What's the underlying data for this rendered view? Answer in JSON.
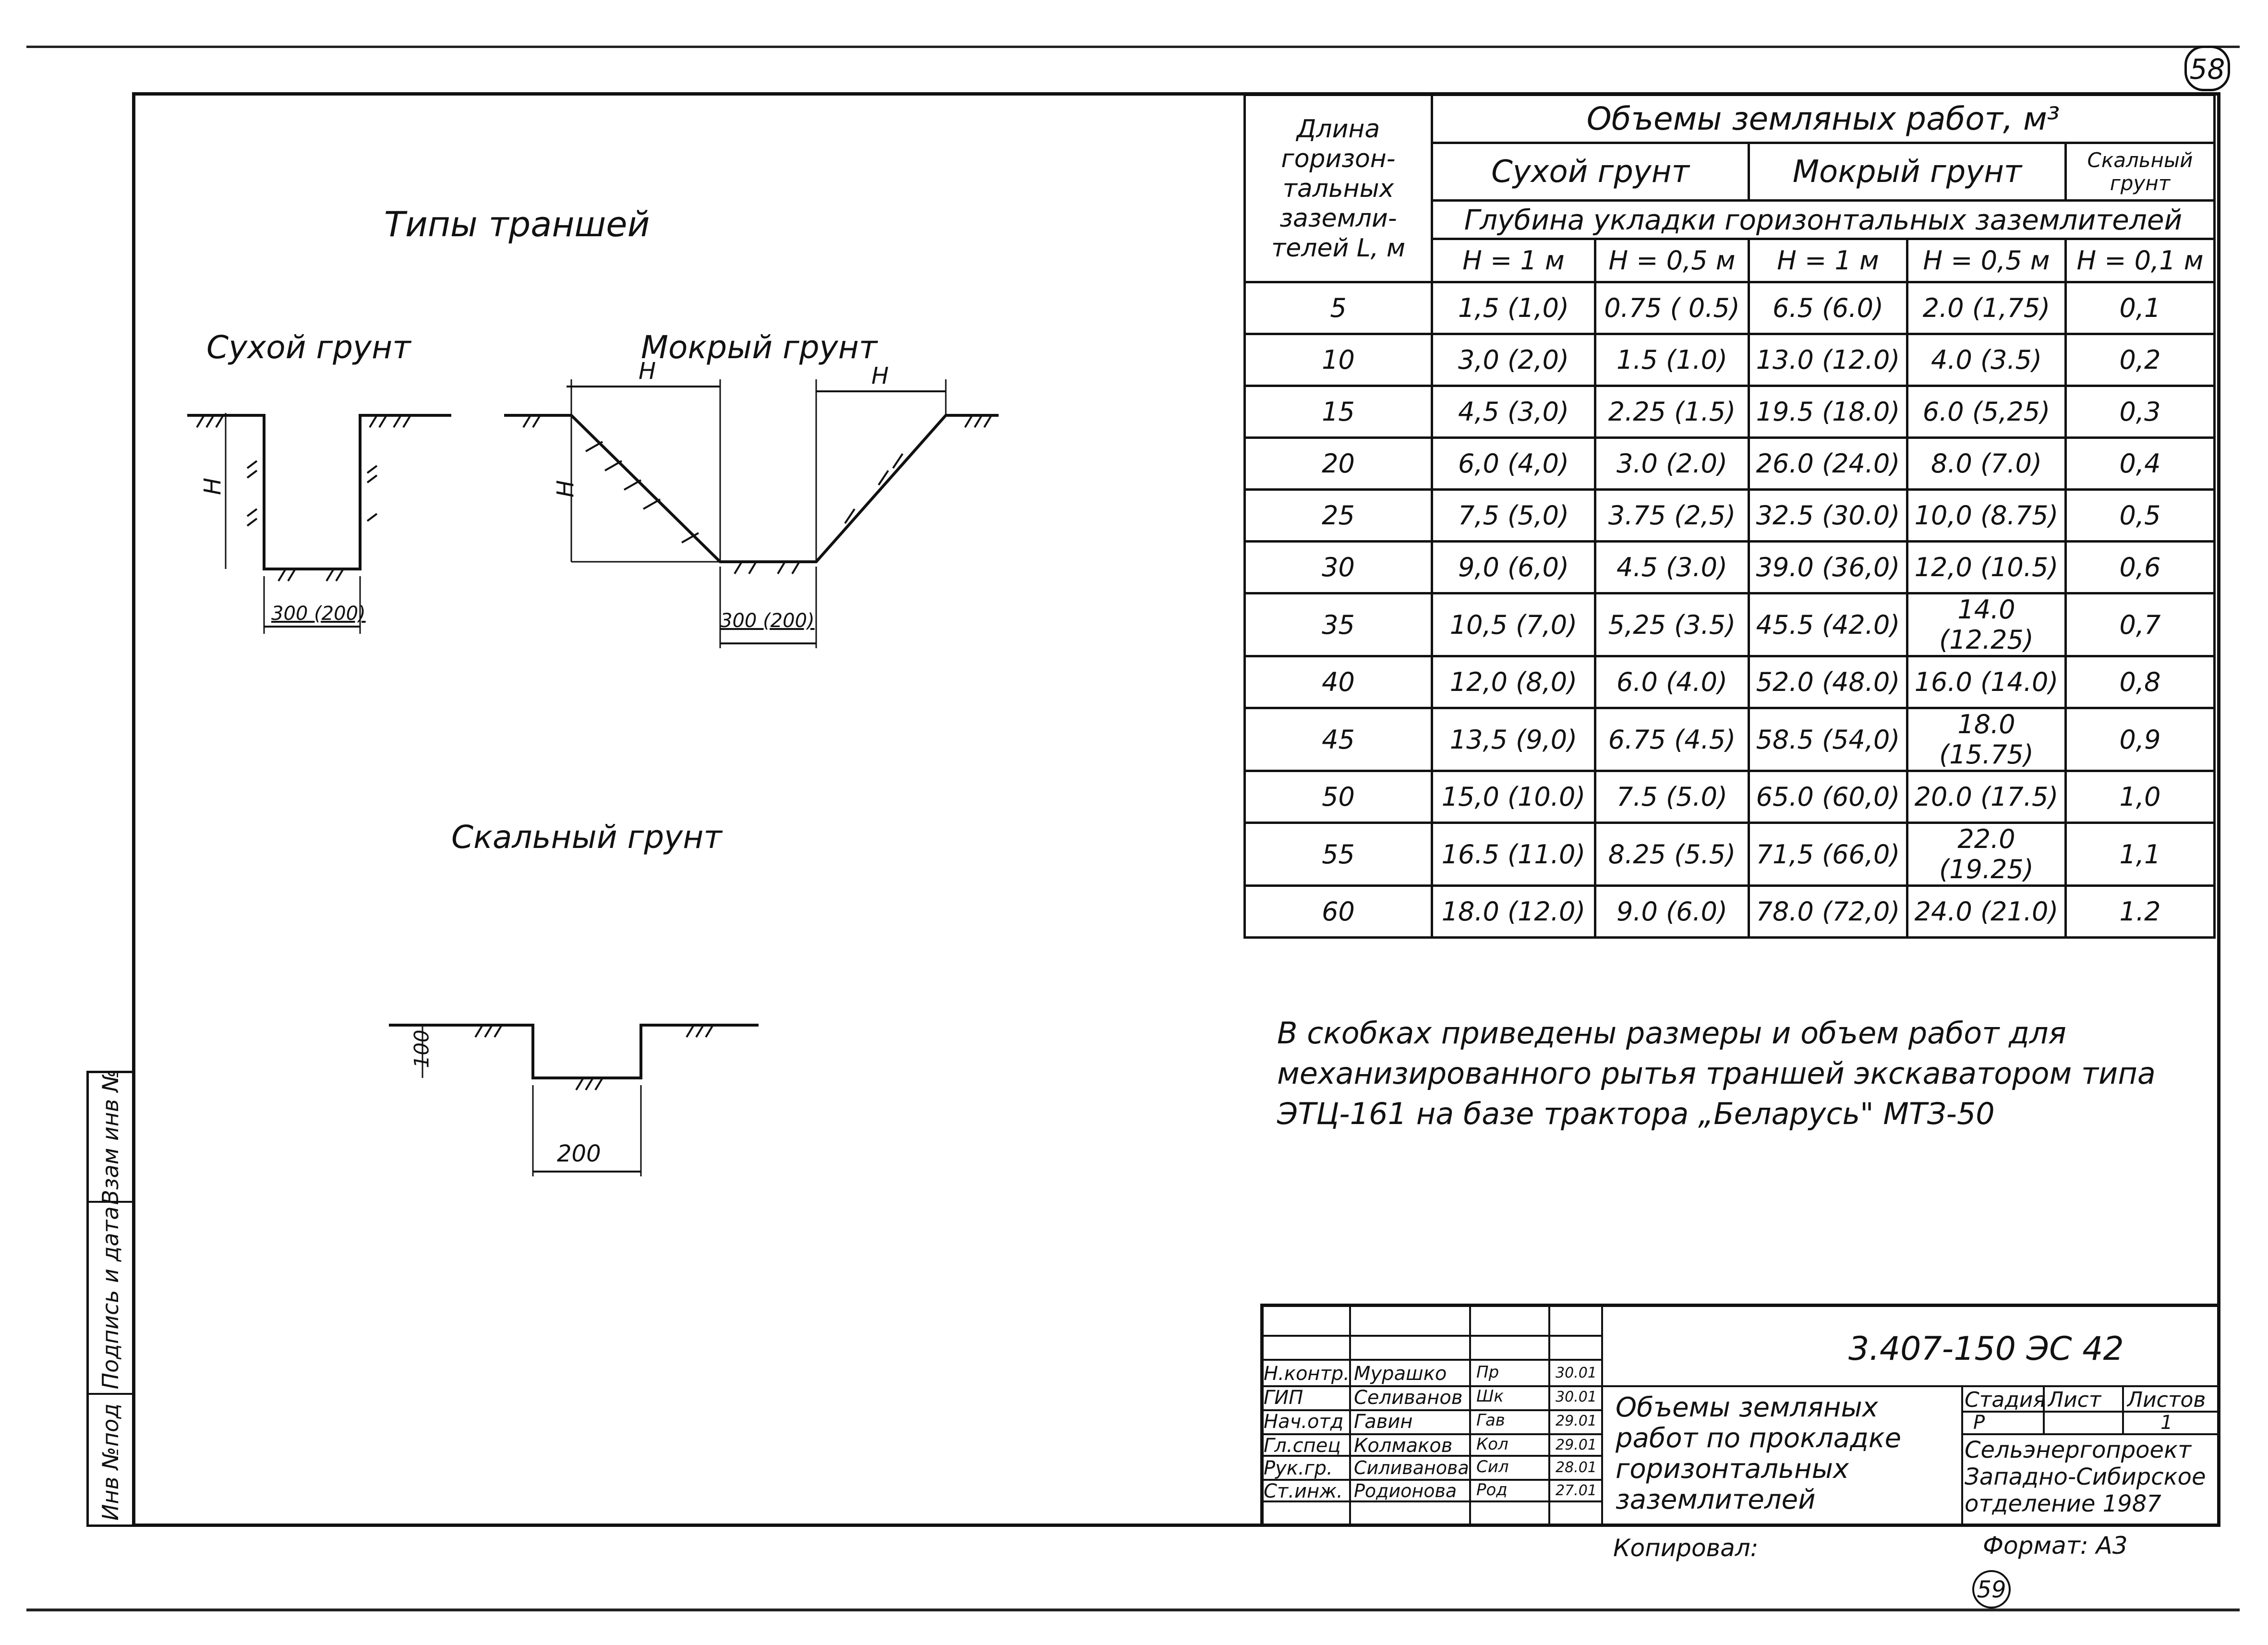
{
  "page_number": "58",
  "page_number_bottom": "59",
  "left_strip": [
    "Инв №под",
    "Подпись и дата",
    "Взам инв №"
  ],
  "drawing": {
    "heading": "Типы траншей",
    "dry_label": "Сухой грунт",
    "wet_label": "Мокрый грунт",
    "rock_label": "Скальный грунт",
    "dim_h": "H",
    "dim_width": "300 (200)",
    "dim_rock_depth": "100",
    "dim_rock_width": "200"
  },
  "table": {
    "col_length_header": "Длина горизон- тальных заземли- телей L, м",
    "volumes_header": "Объемы земляных работ, м³",
    "dry": "Сухой грунт",
    "wet": "Мокрый грунт",
    "rock": "Скальный грунт",
    "depth_header": "Глубина укладки горизонтальных заземлителей",
    "depths": [
      "H = 1 м",
      "H = 0,5 м",
      "H = 1 м",
      "H = 0,5 м",
      "H = 0,1 м"
    ],
    "rows": [
      [
        "5",
        "1,5 (1,0)",
        "0.75 ( 0.5)",
        "6.5 (6.0)",
        "2.0 (1,75)",
        "0,1"
      ],
      [
        "10",
        "3,0 (2,0)",
        "1.5 (1.0)",
        "13.0 (12.0)",
        "4.0 (3.5)",
        "0,2"
      ],
      [
        "15",
        "4,5 (3,0)",
        "2.25 (1.5)",
        "19.5 (18.0)",
        "6.0 (5,25)",
        "0,3"
      ],
      [
        "20",
        "6,0 (4,0)",
        "3.0 (2.0)",
        "26.0 (24.0)",
        "8.0 (7.0)",
        "0,4"
      ],
      [
        "25",
        "7,5 (5,0)",
        "3.75 (2,5)",
        "32.5 (30.0)",
        "10,0 (8.75)",
        "0,5"
      ],
      [
        "30",
        "9,0 (6,0)",
        "4.5 (3.0)",
        "39.0 (36,0)",
        "12,0 (10.5)",
        "0,6"
      ],
      [
        "35",
        "10,5 (7,0)",
        "5,25 (3.5)",
        "45.5 (42.0)",
        "14.0 (12.25)",
        "0,7"
      ],
      [
        "40",
        "12,0 (8,0)",
        "6.0 (4.0)",
        "52.0 (48.0)",
        "16.0 (14.0)",
        "0,8"
      ],
      [
        "45",
        "13,5 (9,0)",
        "6.75 (4.5)",
        "58.5 (54,0)",
        "18.0 (15.75)",
        "0,9"
      ],
      [
        "50",
        "15,0 (10.0)",
        "7.5 (5.0)",
        "65.0 (60,0)",
        "20.0 (17.5)",
        "1,0"
      ],
      [
        "55",
        "16.5 (11.0)",
        "8.25 (5.5)",
        "71,5 (66,0)",
        "22.0 (19.25)",
        "1,1"
      ],
      [
        "60",
        "18.0 (12.0)",
        "9.0 (6.0)",
        "78.0 (72,0)",
        "24.0 (21.0)",
        "1.2"
      ]
    ]
  },
  "note": "В скобках приведены размеры и объем работ для механизированного рытья траншей экскаватором типа ЭТЦ-161 на базе трактора „Беларусь\" МТЗ-50",
  "title_block": {
    "code": "3.407-150 ЭС 42",
    "title": "Объемы земляных работ по прокладке горизонтальных заземлителей",
    "people": [
      {
        "role": "Н.контр.",
        "name": "Мурашко",
        "sign": "Пр",
        "date": "30.01"
      },
      {
        "role": "ГИП",
        "name": "Селиванов",
        "sign": "Шк",
        "date": "30.01"
      },
      {
        "role": "Нач.отд",
        "name": "Гавин",
        "sign": "Гав",
        "date": "29.01"
      },
      {
        "role": "Гл.спец",
        "name": "Колмаков",
        "sign": "Кол",
        "date": "29.01"
      },
      {
        "role": "Рук.гр.",
        "name": "Силиванова",
        "sign": "Сил",
        "date": "28.01"
      },
      {
        "role": "Ст.инж.",
        "name": "Родионова",
        "sign": "Род",
        "date": "27.01"
      }
    ],
    "stage_label": "Стадия",
    "sheet_label": "Лист",
    "sheets_label": "Листов",
    "stage": "Р",
    "sheet": "",
    "sheets": "1",
    "org": "Сельэнергопроект Западно-Сибирское отделение 1987",
    "copied": "Копировал:",
    "format": "Формат: А3"
  }
}
